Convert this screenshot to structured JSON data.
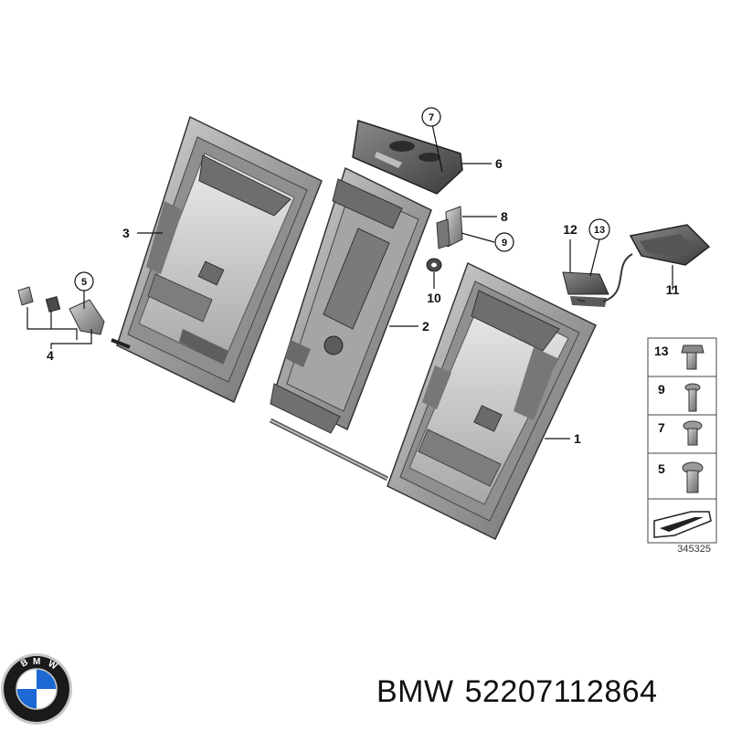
{
  "callouts": {
    "c1": "1",
    "c2": "2",
    "c3": "3",
    "c4": "4",
    "c5": "5",
    "c6": "6",
    "c7": "7",
    "c8": "8",
    "c9": "9",
    "c10": "10",
    "c11": "11",
    "c12": "12",
    "c13": "13"
  },
  "legend": {
    "rows": [
      "13",
      "9",
      "7",
      "5"
    ]
  },
  "diagram_code": "345325",
  "caption": {
    "brand": "BMW",
    "part_number": "52207112864"
  },
  "logo": {
    "letters": "BMW",
    "colors": {
      "blue": "#1c69d4",
      "white": "#ffffff",
      "ring": "#1a1a1a",
      "silver": "#c8c8c8"
    }
  }
}
